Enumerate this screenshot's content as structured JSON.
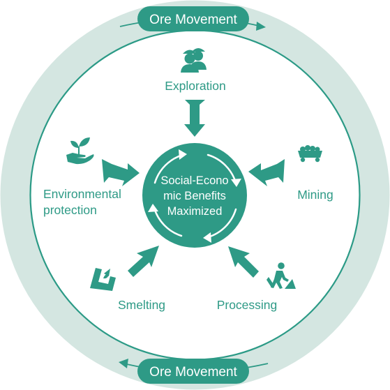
{
  "colors": {
    "outer_disk": "#d4e6e1",
    "ring_line": "#2b9a86",
    "accent": "#2e9a86",
    "label_text": "#2e9a86",
    "pill_text": "#ffffff",
    "center_text": "#ffffff"
  },
  "ore_movement": {
    "top_label": "Ore Movement",
    "bottom_label": "Ore Movement"
  },
  "center": {
    "line1": "Social-Econo",
    "line2": "mic Benefits",
    "line3": "Maximized"
  },
  "stages": {
    "exploration": {
      "label": "Exploration",
      "icon": "workers-hardhat-icon"
    },
    "mining": {
      "label": "Mining",
      "icon": "mine-cart-icon"
    },
    "processing": {
      "label": "Processing",
      "icon": "worker-shovel-icon"
    },
    "smelting": {
      "label": "Smelting",
      "icon": "smelting-ladle-icon"
    },
    "environmental": {
      "label_line1": "Environmental",
      "label_line2": "protection",
      "icon": "plant-in-hand-icon"
    }
  }
}
